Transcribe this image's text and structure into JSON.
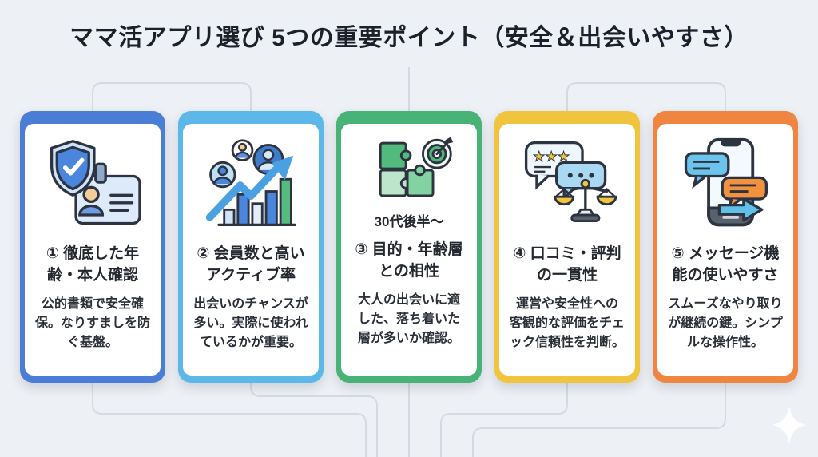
{
  "title": "ママ活アプリ選び 5つの重要ポイント（安全＆出会いやすさ）",
  "background_color": "#edf0f4",
  "connector_color": "#d5d9e0",
  "text_color": "#23272e",
  "cards": [
    {
      "accent": "#4a7ed6",
      "icon": "shield-id-card-icon",
      "title": "① 徹底した年齢・本人確認",
      "title_lines": [
        "① 徹底した年",
        "齢・本人確認"
      ],
      "description": "公的書類で安全確保。なりすましを防ぐ基盤。",
      "description_lines": [
        "公的書類で安全確",
        "保。なりすましを防",
        "ぐ基盤。"
      ]
    },
    {
      "accent": "#5cb8e8",
      "icon": "members-growth-chart-icon",
      "title": "② 会員数と高いアクティブ率",
      "title_lines": [
        "② 会員数と高い",
        "アクティブ率"
      ],
      "description": "出会いのチャンスが多い。実際に使われているかが重要。",
      "description_lines": [
        "出会いのチャンスが",
        "多い。実際に使われ",
        "ているかが重要。"
      ]
    },
    {
      "accent": "#47b376",
      "icon": "puzzle-target-icon",
      "icon_caption": "30代後半〜",
      "title": "③ 目的・年齢層との相性",
      "title_lines": [
        "③ 目的・年齢層",
        "との相性"
      ],
      "description": "大人の出会いに適した、落ち着いた層が多いか確認。",
      "description_lines": [
        "大人の出会いに適",
        "した、落ち着いた",
        "層が多いか確認。"
      ]
    },
    {
      "accent": "#f1c43d",
      "icon": "review-scale-icon",
      "title": "④ 口コミ・評判の一貫性",
      "title_lines": [
        "④ 口コミ・評判",
        "の一貫性"
      ],
      "description": "運営や安全性への客観的な評価をチェック信頼性を判断。",
      "description_lines": [
        "運営や安全性への",
        "客観的な評価をチェ",
        "ック信頼性を判断。"
      ]
    },
    {
      "accent": "#ef8540",
      "icon": "phone-message-icon",
      "title": "⑤ メッセージ機能の使いやすさ",
      "title_lines": [
        "⑤ メッセージ機",
        "能の使いやすさ"
      ],
      "description": "スムーズなやり取りが継続の鍵。シンプルな操作性。",
      "description_lines": [
        "スムーズなやり取り",
        "が継続の鍵。シンプ",
        "ルな操作性。"
      ]
    }
  ],
  "decorations": {
    "sparkle": "four-point-star"
  }
}
